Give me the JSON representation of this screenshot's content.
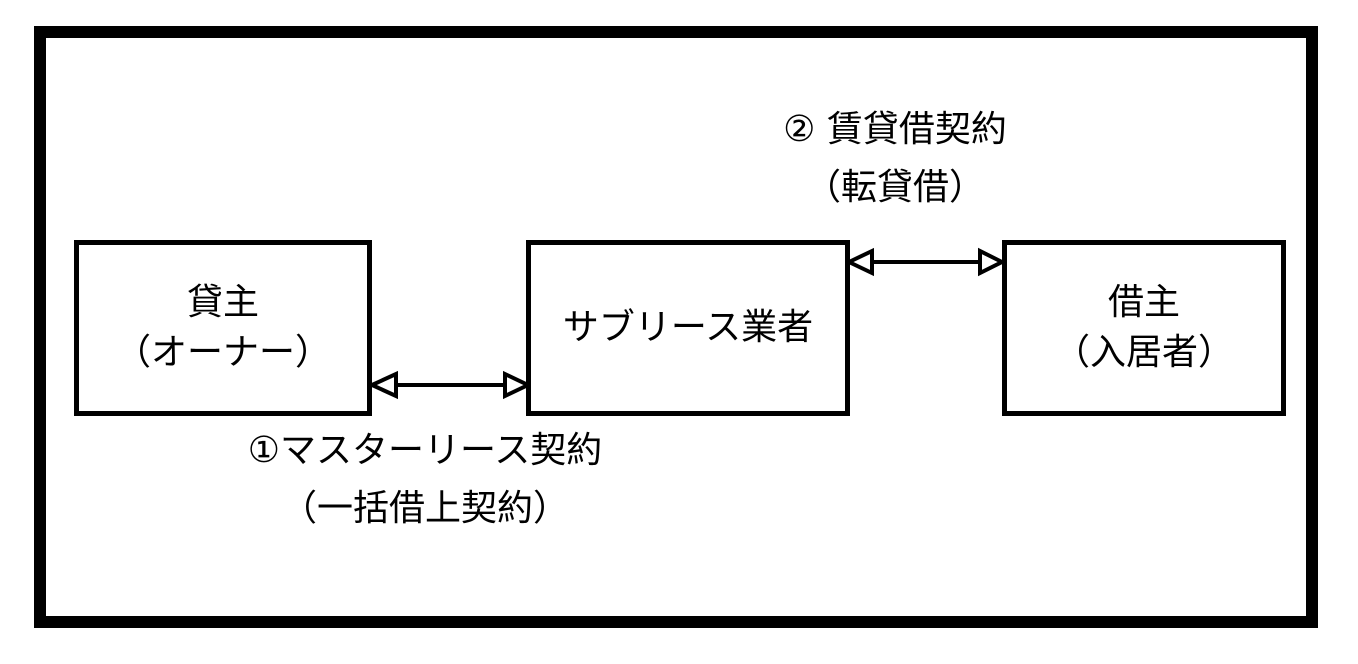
{
  "nodes": {
    "owner": {
      "line1": "貸主",
      "line2": "（オーナー）"
    },
    "sublease": {
      "line1": "サブリース業者"
    },
    "tenant": {
      "line1": "借主",
      "line2": "（入居者）"
    }
  },
  "edges": {
    "contract1": {
      "line1": "①マスターリース契約",
      "line2": "（一括借上契約）"
    },
    "contract2": {
      "line1": "② 賃貸借契約",
      "line2": "（転貸借）"
    }
  },
  "colors": {
    "stroke": "#000000",
    "background": "#ffffff"
  }
}
